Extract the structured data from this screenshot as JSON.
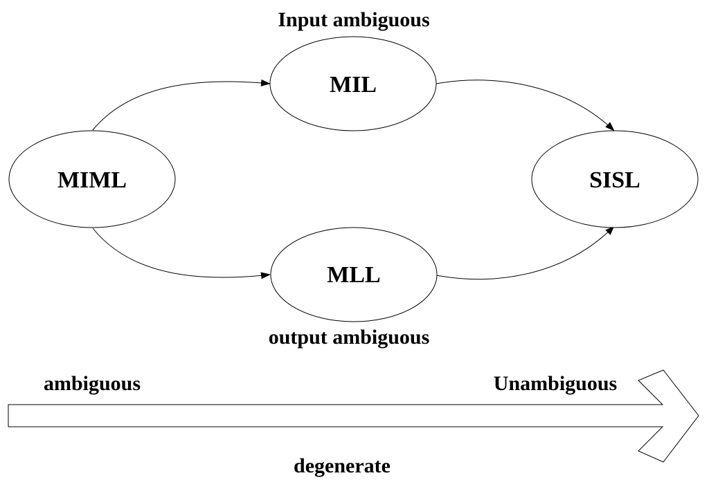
{
  "nodes": {
    "miml": "MIML",
    "mil": "MIL",
    "mll": "MLL",
    "sisl": "SISL"
  },
  "captions": {
    "mil": "Input ambiguous",
    "mll": "output ambiguous"
  },
  "scale": {
    "left": "ambiguous",
    "right": "Unambiguous",
    "bottom": "degenerate"
  },
  "edges": [
    {
      "from": "MIML",
      "to": "MIL"
    },
    {
      "from": "MIL",
      "to": "SISL"
    },
    {
      "from": "MIML",
      "to": "MLL"
    },
    {
      "from": "MLL",
      "to": "SISL"
    }
  ]
}
